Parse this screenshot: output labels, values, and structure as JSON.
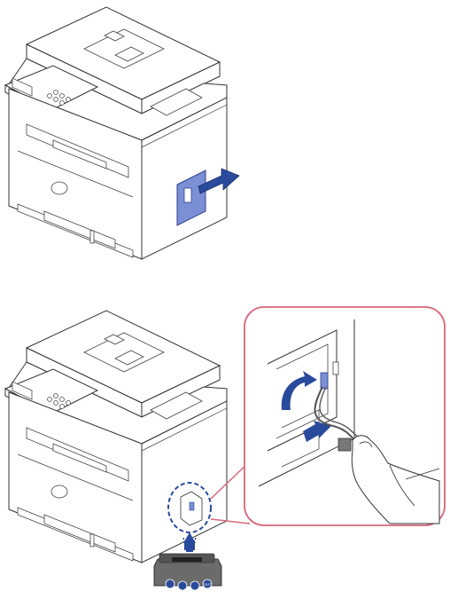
{
  "figure": {
    "steps": [
      {
        "id": "step-1",
        "action": "remove-side-cover",
        "highlight_color": "#7b8fd6",
        "arrow_color": "#2a4a9c"
      },
      {
        "id": "step-2",
        "action": "insert-cable-into-connector",
        "callout_border_color": "#d9667a",
        "arrow_color": "#2a4a9c"
      }
    ],
    "cable_module": {
      "label": "OUT",
      "body_color": "#6b6b6b"
    },
    "icons": [
      "printer-icon",
      "arrow-right-icon",
      "arrow-up-icon",
      "curved-arrow-icon",
      "hand-icon",
      "cable-icon"
    ]
  }
}
